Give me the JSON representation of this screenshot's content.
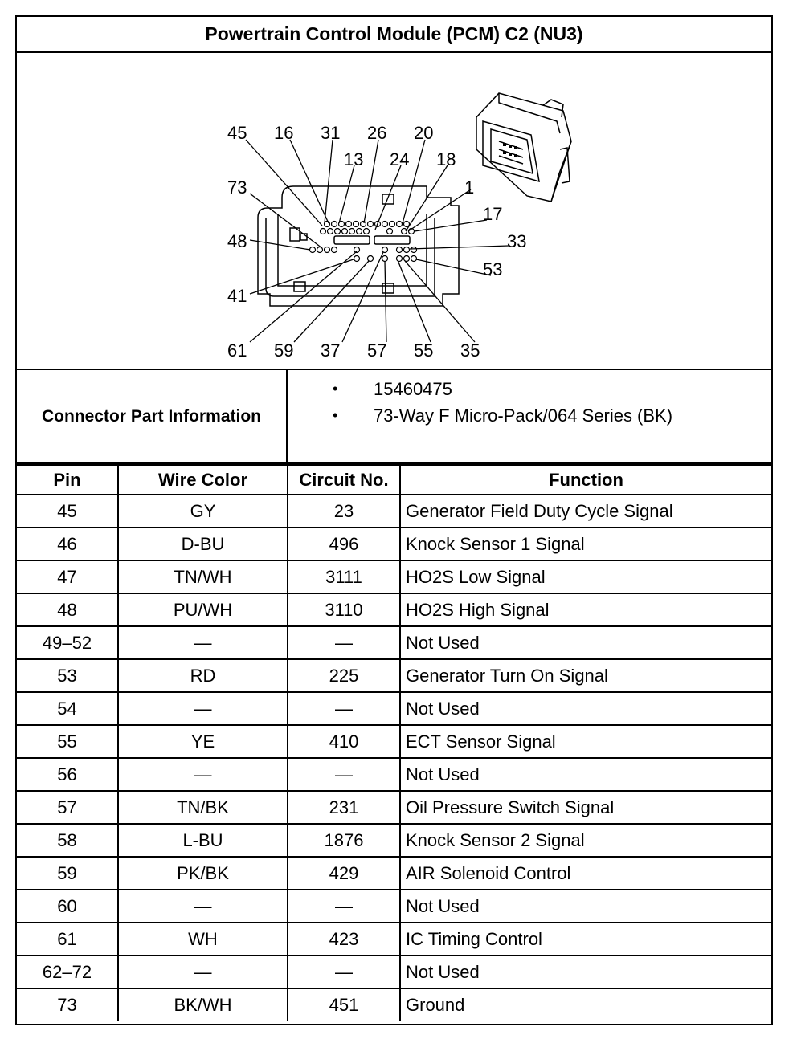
{
  "title": "Powertrain Control Module (PCM) C2 (NU3)",
  "diagram": {
    "pin_labels": {
      "top_row_a": [
        "45",
        "16",
        "31",
        "26",
        "20"
      ],
      "top_row_b": [
        "13",
        "24",
        "18"
      ],
      "left": [
        "73",
        "48",
        "41"
      ],
      "right": [
        "1",
        "17",
        "33",
        "53"
      ],
      "bottom": [
        "61",
        "59",
        "37",
        "57",
        "55",
        "35"
      ]
    }
  },
  "connector_part_information": {
    "label": "Connector Part Information",
    "items": [
      "15460475",
      "73-Way F Micro-Pack/064 Series (BK)"
    ],
    "bullet": "•"
  },
  "table": {
    "headers": [
      "Pin",
      "Wire Color",
      "Circuit No.",
      "Function"
    ],
    "rows": [
      {
        "pin": "45",
        "wire_color": "GY",
        "circuit": "23",
        "function": "Generator Field Duty Cycle Signal"
      },
      {
        "pin": "46",
        "wire_color": "D-BU",
        "circuit": "496",
        "function": "Knock Sensor 1 Signal"
      },
      {
        "pin": "47",
        "wire_color": "TN/WH",
        "circuit": "3111",
        "function": "HO2S Low Signal"
      },
      {
        "pin": "48",
        "wire_color": "PU/WH",
        "circuit": "3110",
        "function": "HO2S High Signal"
      },
      {
        "pin": "49–52",
        "wire_color": "—",
        "circuit": "—",
        "function": "Not Used"
      },
      {
        "pin": "53",
        "wire_color": "RD",
        "circuit": "225",
        "function": "Generator Turn On Signal"
      },
      {
        "pin": "54",
        "wire_color": "—",
        "circuit": "—",
        "function": "Not Used"
      },
      {
        "pin": "55",
        "wire_color": "YE",
        "circuit": "410",
        "function": "ECT Sensor Signal"
      },
      {
        "pin": "56",
        "wire_color": "—",
        "circuit": "—",
        "function": "Not Used"
      },
      {
        "pin": "57",
        "wire_color": "TN/BK",
        "circuit": "231",
        "function": "Oil Pressure Switch Signal"
      },
      {
        "pin": "58",
        "wire_color": "L-BU",
        "circuit": "1876",
        "function": "Knock Sensor 2 Signal"
      },
      {
        "pin": "59",
        "wire_color": "PK/BK",
        "circuit": "429",
        "function": "AIR Solenoid Control"
      },
      {
        "pin": "60",
        "wire_color": "—",
        "circuit": "—",
        "function": "Not Used"
      },
      {
        "pin": "61",
        "wire_color": "WH",
        "circuit": "423",
        "function": "IC Timing Control"
      },
      {
        "pin": "62–72",
        "wire_color": "—",
        "circuit": "—",
        "function": "Not Used"
      },
      {
        "pin": "73",
        "wire_color": "BK/WH",
        "circuit": "451",
        "function": "Ground"
      }
    ]
  }
}
